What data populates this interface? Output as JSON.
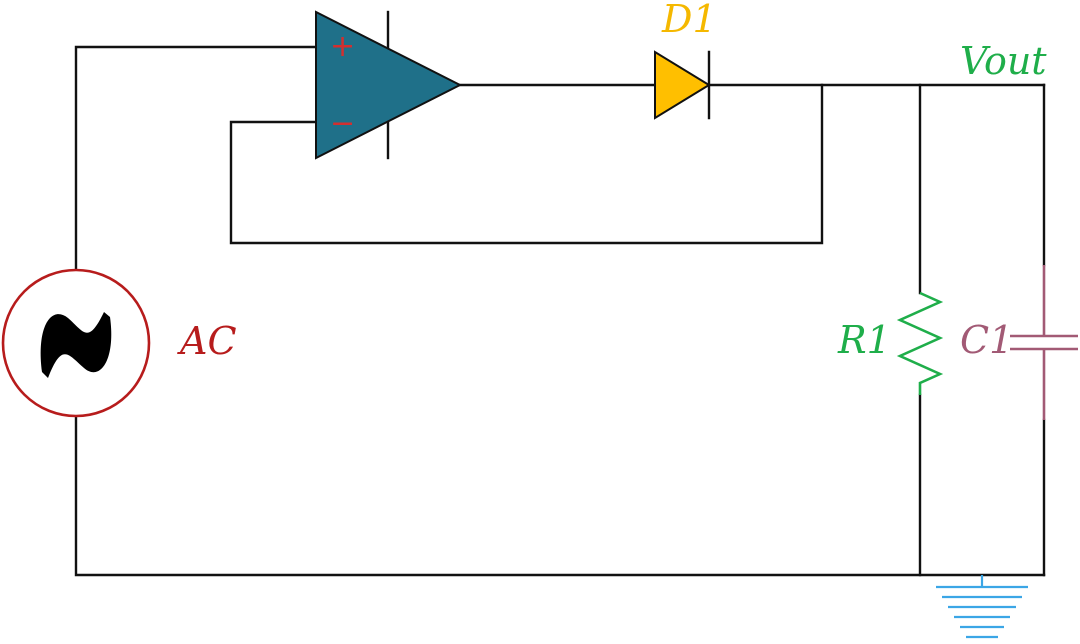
{
  "colors": {
    "wire": "#111111",
    "ac_source": "#b71c1c",
    "opamp_fill": "#1f7089",
    "opamp_signs": "#d32f2f",
    "diode_fill": "#ffbf00",
    "diode_label": "#f5b800",
    "resistor": "#1fae4a",
    "capacitor": "#a25a75",
    "ground": "#3ba6e6"
  },
  "icons": {
    "ac_source": "ac-sine-source-icon",
    "opamp": "op-amp-triangle-icon",
    "diode": "diode-icon",
    "resistor": "zigzag-resistor-icon",
    "capacitor": "capacitor-plates-icon",
    "ground": "ground-icon"
  },
  "labels": {
    "ac": "AC",
    "diode": "D1",
    "vout": "Vout",
    "resistor": "R1",
    "capacitor": "C1",
    "opamp_plus": "+",
    "opamp_minus": "−"
  }
}
